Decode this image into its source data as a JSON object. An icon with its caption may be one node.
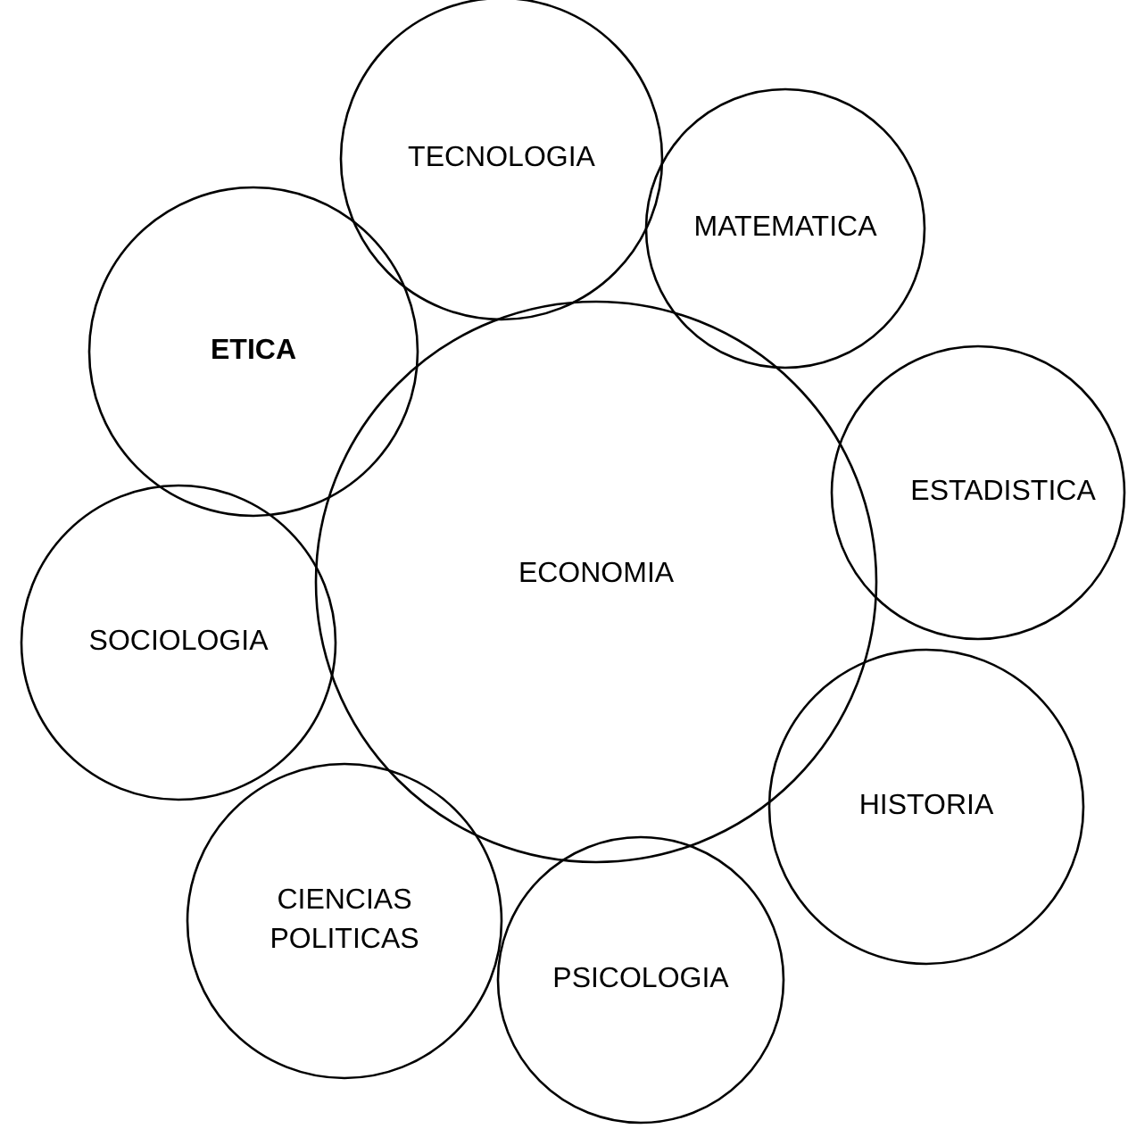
{
  "diagram": {
    "nodes": [
      {
        "text": [
          "TECNOLOGIA"
        ]
      },
      {
        "text": [
          "MATEMATICA"
        ]
      },
      {
        "text": [
          "ETICA"
        ]
      },
      {
        "text": [
          "ESTADISTICA"
        ]
      },
      {
        "text": [
          "ECONOMIA"
        ]
      },
      {
        "text": [
          "SOCIOLOGIA"
        ]
      },
      {
        "text": [
          "HISTORIA"
        ]
      },
      {
        "text": [
          "CIENCIAS POLITICAS"
        ]
      },
      {
        "text": [
          "PSICOLOGIA"
        ]
      }
    ],
    "edges": []
  }
}
